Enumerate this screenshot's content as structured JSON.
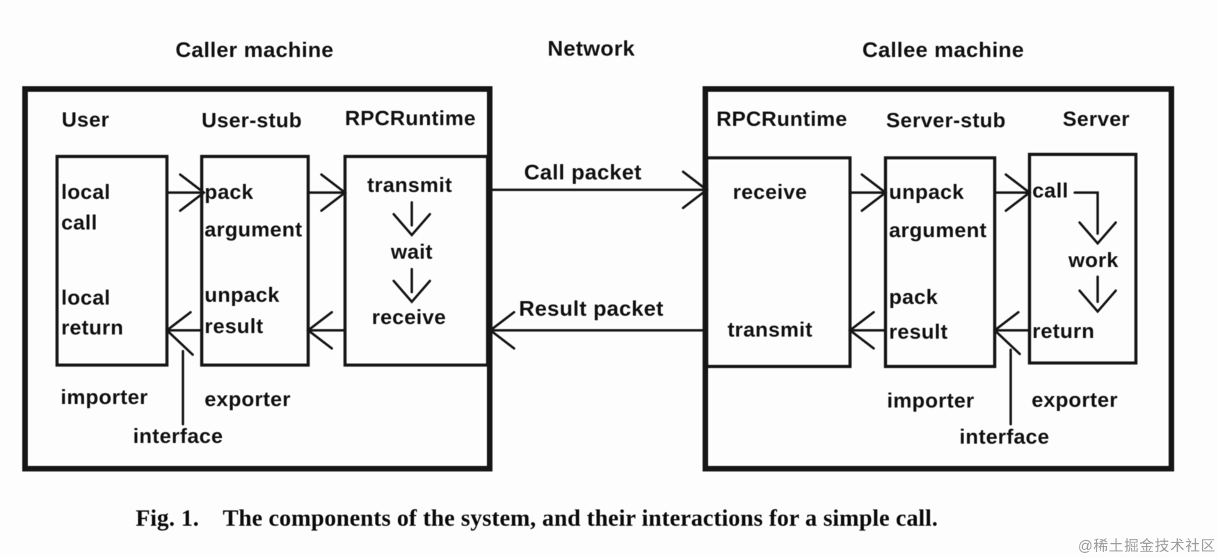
{
  "page": {
    "background": "#fdfdfd",
    "ink_color": "#1a1a1a",
    "watermark_color": "#9b9b9b"
  },
  "titles": {
    "caller": "Caller machine",
    "network": "Network",
    "callee": "Callee machine"
  },
  "caller_machine": {
    "columns": [
      "User",
      "User-stub",
      "RPCRuntime"
    ],
    "user_box": {
      "top": [
        "local",
        "call"
      ],
      "bottom": [
        "local",
        "return"
      ]
    },
    "stub_box": {
      "top": [
        "pack",
        "argument"
      ],
      "bottom": [
        "unpack",
        "result"
      ]
    },
    "runtime_box": {
      "steps": [
        "transmit",
        "wait",
        "receive"
      ]
    },
    "labels": {
      "importer": "importer",
      "exporter": "exporter",
      "interface": "interface"
    }
  },
  "network": {
    "call_packet": "Call packet",
    "result_packet": "Result packet"
  },
  "callee_machine": {
    "columns": [
      "RPCRuntime",
      "Server-stub",
      "Server"
    ],
    "runtime_box": {
      "top": "receive",
      "bottom": "transmit"
    },
    "stub_box": {
      "top": [
        "unpack",
        "argument"
      ],
      "bottom": [
        "pack",
        "result"
      ]
    },
    "server_box": {
      "steps": [
        "call",
        "work",
        "return"
      ]
    },
    "labels": {
      "importer": "importer",
      "exporter": "exporter",
      "interface": "interface"
    }
  },
  "caption": {
    "figure": "Fig. 1.",
    "text": "The components of the system, and their interactions for a simple call."
  },
  "watermark": {
    "text": "@稀土掘金技术社区"
  }
}
